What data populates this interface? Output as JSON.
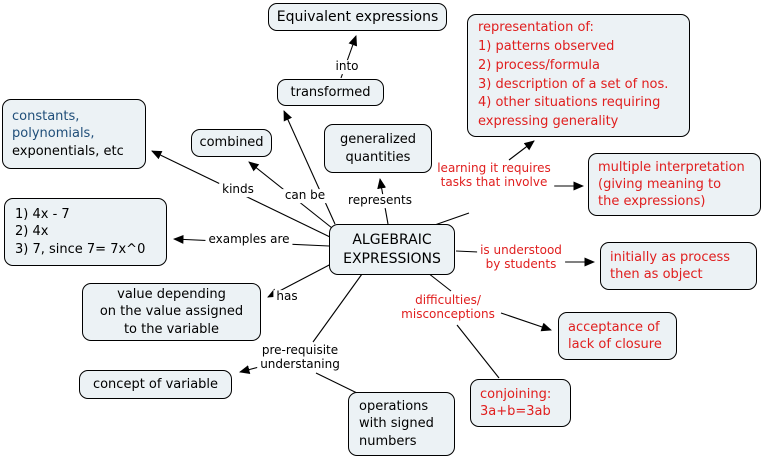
{
  "colors": {
    "background": "#ffffff",
    "node_fill": "#ecf2f5",
    "node_border": "#000000",
    "text_black": "#000000",
    "text_red": "#e01e1e",
    "text_blue": "#1f4e79"
  },
  "nodes": {
    "center": {
      "text": "ALGEBRAIC\nEXPRESSIONS"
    },
    "equivalent": {
      "text": "Equivalent expressions"
    },
    "transformed": {
      "text": "transformed"
    },
    "combined": {
      "text": "combined"
    },
    "generalized": {
      "text": "generalized\nquantities"
    },
    "constants": {
      "blue_text": "constants,\npolynomials,",
      "black_text": "exponentials, etc"
    },
    "examples": {
      "text": "1) 4x - 7\n2) 4x\n3) 7, since 7= 7x^0"
    },
    "representation": {
      "text": "representation of:\n1) patterns observed\n2) process/formula\n3) description of a set of nos.\n4) other situations requiring\nexpressing generality"
    },
    "multiple_interpretation": {
      "text": "multiple interpretation\n(giving meaning to\nthe expressions)"
    },
    "initially": {
      "text": "initially as process\nthen as object"
    },
    "acceptance": {
      "text": "acceptance of\nlack of closure"
    },
    "conjoining": {
      "text": "conjoining:\n3a+b=3ab"
    },
    "value_depending": {
      "text": "value depending\non the value assigned\nto the variable"
    },
    "concept_variable": {
      "text": "concept of variable"
    },
    "operations": {
      "text": "operations\nwith signed\nnumbers"
    }
  },
  "link_labels": {
    "into": "into",
    "can_be": "can be",
    "kinds": "kinds",
    "represents": "represents",
    "examples_are": "examples are",
    "has": "has",
    "prerequisite": "pre-requisite\nunderstaning",
    "learning": "learning it requires\ntasks that involve",
    "understood": "is understood\nby students",
    "difficulties": "difficulties/\nmisconceptions"
  }
}
